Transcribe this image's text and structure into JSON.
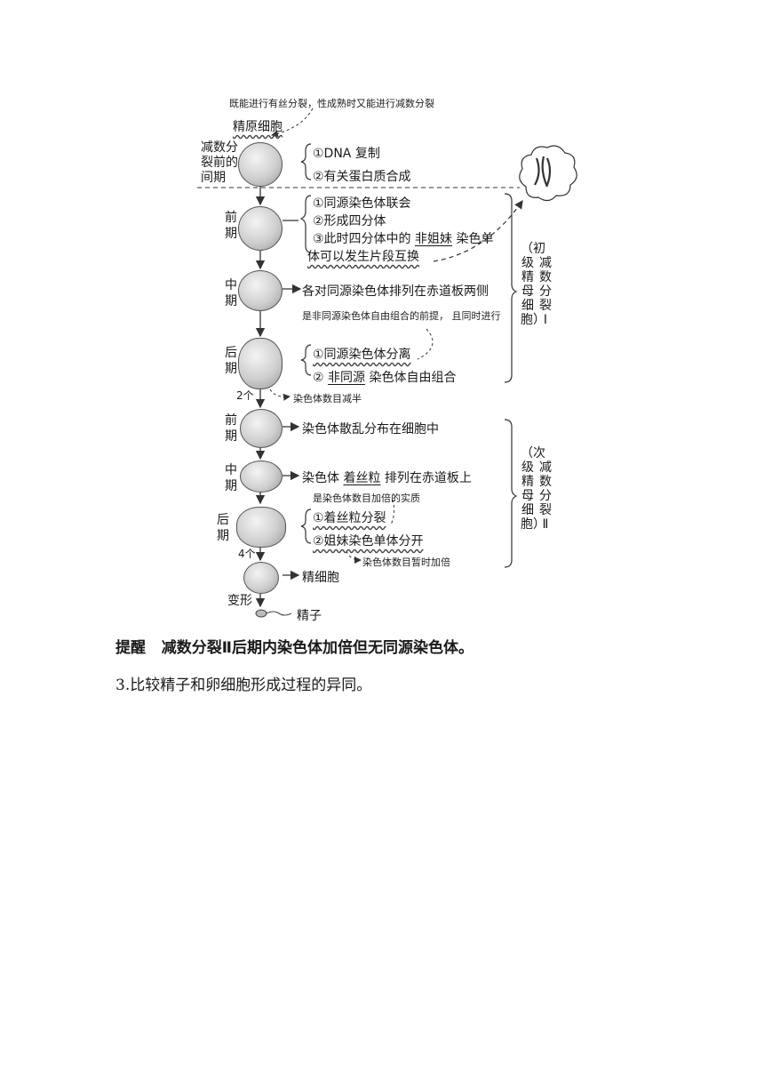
{
  "diagram": {
    "top_note": "既能进行有丝分裂，性成熟时又能进行减数分裂",
    "spermatogonium": "精原细胞",
    "interphase": {
      "label": "减数分裂前的间期",
      "items": [
        "①DNA 复制",
        "②有关蛋白质合成"
      ]
    },
    "meiosis1": {
      "side_label": "减数分裂Ⅰ",
      "cell_label": "（初级精母细胞）",
      "prophase": {
        "label": "前期",
        "items": [
          "①同源染色体联会",
          "②形成四分体"
        ],
        "item3_a": "③此时四分体中的",
        "item3_b": "非姐妹",
        "item3_c": "染色单",
        "item3_d": "体可以发生片段互换"
      },
      "metaphase": {
        "label": "中期",
        "text": "各对同源染色体排列在赤道板两侧",
        "note": "是非同源染色体自由组合的前提， 且同时进行"
      },
      "anaphase": {
        "label": "后期",
        "item1": "①同源染色体分离",
        "item2_a": "②",
        "item2_b": "非同源",
        "item2_c": "染色体自由组合"
      },
      "count": "2个",
      "count_note": "染色体数目减半"
    },
    "meiosis2": {
      "side_label": "减数分裂Ⅱ",
      "cell_label": "（次级精母细胞）",
      "prophase": {
        "label": "前期",
        "text": "染色体散乱分布在细胞中"
      },
      "metaphase": {
        "label": "中期",
        "text_a": "染色体",
        "text_b": "着丝粒",
        "text_c": "排列在赤道板上",
        "note": "是染色体数目加倍的实质"
      },
      "anaphase": {
        "label": "后期",
        "item1": "①着丝粒分裂",
        "item2": "②姐妹染色单体分开"
      },
      "count": "4个",
      "count_note": "染色体数目暂时加倍"
    },
    "spermatid": "精细胞",
    "transform": "变形",
    "sperm": "精子"
  },
  "text": {
    "tip_label": "提醒",
    "tip_body": "减数分裂Ⅱ后期内染色体加倍但无同源染色体。",
    "item3": "3.比较精子和卵细胞形成过程的异同。"
  }
}
